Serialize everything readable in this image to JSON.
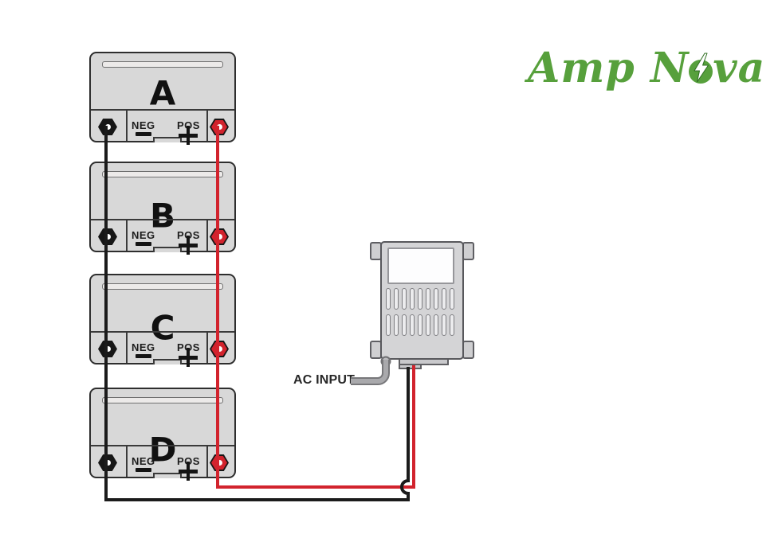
{
  "logo": {
    "text_before_bolt": "Amp N",
    "text_after_bolt": "va",
    "bolt_icon": "lightning-bolt",
    "color": "#57a03c"
  },
  "batteries": [
    {
      "label": "A"
    },
    {
      "label": "B"
    },
    {
      "label": "C"
    },
    {
      "label": "D"
    }
  ],
  "battery_terminals": {
    "neg_label": "NEG",
    "pos_label": "POS",
    "neg_symbol": "−",
    "pos_symbol": "+"
  },
  "charger": {
    "ac_input_label": "AC INPUT"
  },
  "colors": {
    "positive_wire": "#d2232d",
    "negative_wire": "#1b1b1b",
    "ac_wire_outline": "#77777a",
    "ac_wire_fill": "#a9a9ac",
    "battery_fill": "#d8d8d8",
    "charger_fill": "#d4d4d6"
  }
}
